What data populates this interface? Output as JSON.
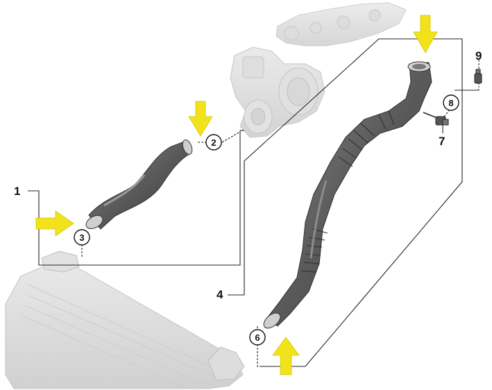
{
  "diagram": {
    "colors": {
      "hose": "#5d5d5d",
      "hose_dark": "#3b3b3b",
      "hose_light": "#8a8a8a",
      "ghost": "#d6d6d6",
      "ghost_edge": "#bdbdbd",
      "arrow": "#f1e21c",
      "line": "#222222"
    },
    "callouts": [
      {
        "id": "1",
        "label": "1",
        "style": "plain"
      },
      {
        "id": "2",
        "label": "2",
        "style": "circled"
      },
      {
        "id": "3",
        "label": "3",
        "style": "circled"
      },
      {
        "id": "4",
        "label": "4",
        "style": "plain"
      },
      {
        "id": "6",
        "label": "6",
        "style": "circled"
      },
      {
        "id": "7",
        "label": "7",
        "style": "plain"
      },
      {
        "id": "8",
        "label": "8",
        "style": "circled"
      },
      {
        "id": "9",
        "label": "9",
        "style": "plain"
      }
    ],
    "arrows": [
      {
        "id": "arrow-top-center",
        "direction": "down"
      },
      {
        "id": "arrow-top-right",
        "direction": "down"
      },
      {
        "id": "arrow-left",
        "direction": "right"
      },
      {
        "id": "arrow-bottom",
        "direction": "up"
      }
    ]
  }
}
